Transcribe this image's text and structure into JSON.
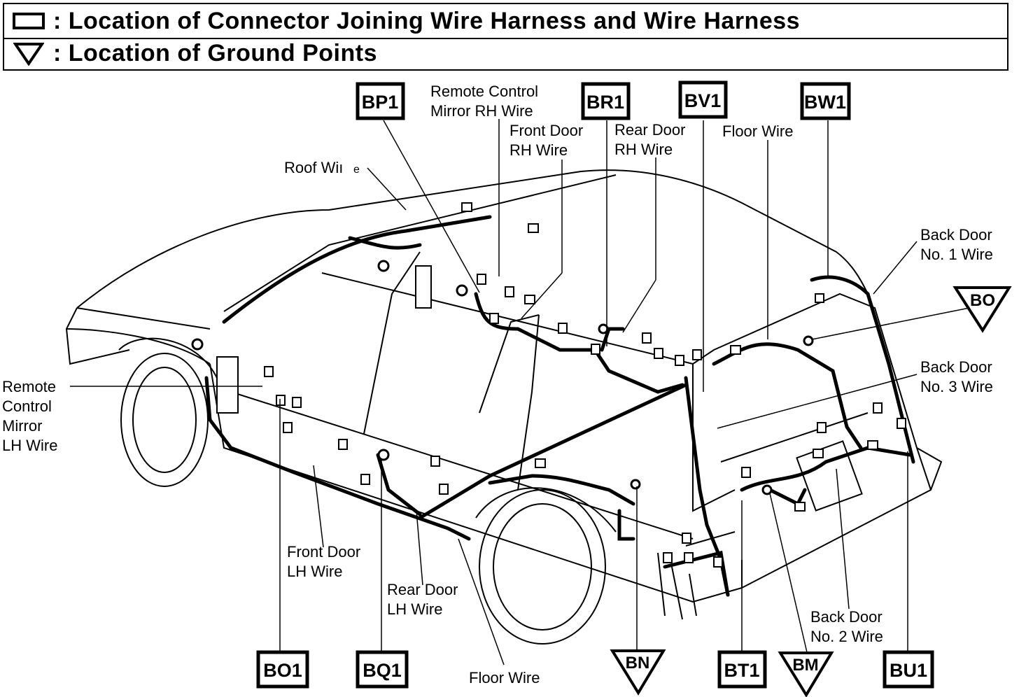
{
  "legend": {
    "connector_text": ": Location of Connector Joining Wire Harness and Wire Harness",
    "ground_text": ": Location of Ground Points",
    "connector_symbol": "square-outline",
    "ground_symbol": "down-triangle-outline"
  },
  "connectors": {
    "BP1": "BP1",
    "BR1": "BR1",
    "BV1": "BV1",
    "BW1": "BW1",
    "BO1": "BO1",
    "BQ1": "BQ1",
    "BT1": "BT1",
    "BU1": "BU1"
  },
  "grounds": {
    "BO": "BO",
    "BN": "BN",
    "BM": "BM"
  },
  "labels": {
    "remote_rh_1": "Remote Control",
    "remote_rh_2": "Mirror RH Wire",
    "front_rh_1": "Front Door",
    "front_rh_2": "RH Wire",
    "rear_rh_1": "Rear Door",
    "rear_rh_2": "RH Wire",
    "floor_top": "Floor Wire",
    "roof": "Roof Wiı",
    "roof_tail": "e",
    "back1_1": "Back Door",
    "back1_2": "No. 1 Wire",
    "back3_1": "Back Door",
    "back3_2": "No. 3 Wire",
    "remote_lh_1": "Remote",
    "remote_lh_2": "Control",
    "remote_lh_3": "Mirror",
    "remote_lh_4": "LH Wire",
    "front_lh_1": "Front Door",
    "front_lh_2": "LH Wire",
    "rear_lh_1": "Rear Door",
    "rear_lh_2": "LH Wire",
    "floor_bottom": "Floor Wire",
    "back2_1": "Back Door",
    "back2_2": "No. 2 Wire"
  }
}
